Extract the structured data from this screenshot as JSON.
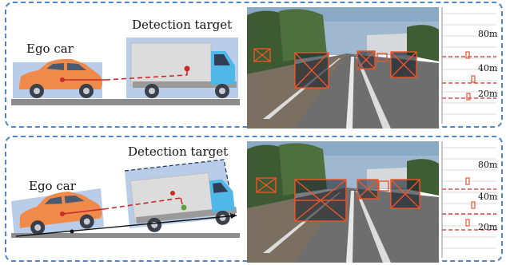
{
  "top_panel": {
    "ego_label": "Ego car",
    "target_label": "Detection target",
    "distance_ticks": [
      "80m",
      "40m",
      "20m"
    ]
  },
  "bottom_panel": {
    "ego_label": "Ego car",
    "target_label": "Detection target",
    "distance_ticks": [
      "80m",
      "40m",
      "20m"
    ]
  },
  "colors": {
    "panel_border": "#4d86cc",
    "ego_car_body": "#f08a4b",
    "truck_body": "#4fb8e8",
    "box_color": "#e8562a",
    "dash_line": "#c92a2a"
  }
}
